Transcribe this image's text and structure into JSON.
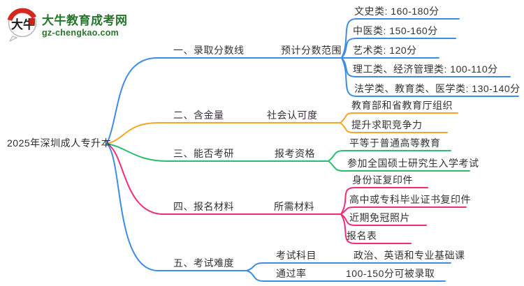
{
  "logo": {
    "icon_text": "大牛",
    "site_name": "大牛教育成考网",
    "site_url": "gz-chengkao.com"
  },
  "root": {
    "label": "2025年深圳成人专升本"
  },
  "colors": {
    "branch1_blue": "#3e8de5",
    "branch2_orange": "#f5a623",
    "branch3_green": "#2ebd6f",
    "branch4_pink": "#ee2e7b",
    "branch5_blue": "#3e8de5",
    "brand_green": "#27742c",
    "brand_red": "#d5281f",
    "text": "#333333"
  },
  "branches": [
    {
      "label": "一、录取分数线",
      "sub_label": "预计分数范围",
      "children": [
        "文史类: 160-180分",
        "中医类: 150-160分",
        "艺术类: 120分",
        "理工类、经济管理类: 100-110分",
        "法学类、教育类、医学类: 130-140分"
      ]
    },
    {
      "label": "二、含金量",
      "sub_label": "社会认可度",
      "children": [
        "教育部和省教育厅组织",
        "提升求职竞争力"
      ]
    },
    {
      "label": "三、能否考研",
      "sub_label": "报考资格",
      "children": [
        "平等于普通高等教育",
        "参加全国硕士研究生入学考试"
      ]
    },
    {
      "label": "四、报名材料",
      "sub_label": "所需材料",
      "children": [
        "身份证复印件",
        "高中或专科毕业证书复印件",
        "近期免冠照片",
        "报名表"
      ]
    },
    {
      "label": "五、考试难度",
      "subs": [
        {
          "label": "考试科目",
          "value": "政治、英语和专业基础课"
        },
        {
          "label": "通过率",
          "value": "100-150分可被录取"
        }
      ]
    }
  ]
}
